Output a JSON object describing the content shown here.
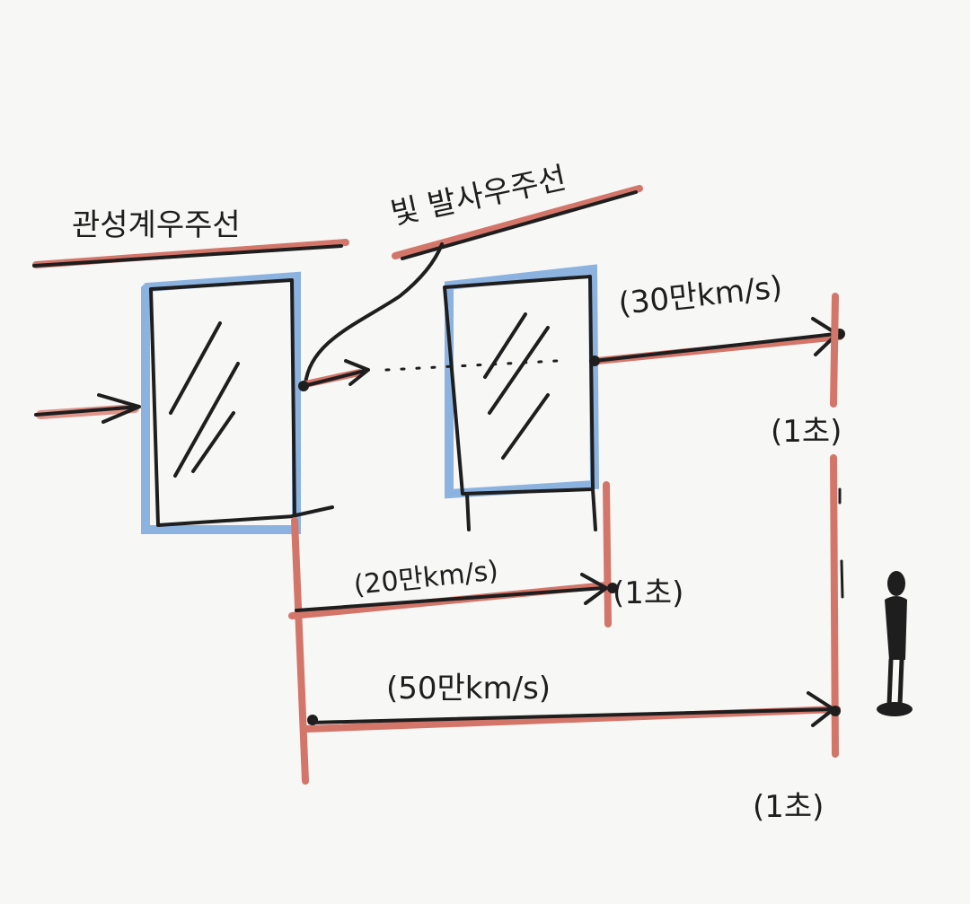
{
  "labels": {
    "left_box": "관성계우주선",
    "right_box": "빛 발사우주선",
    "speed_top": "(30만km/s)",
    "time_top": "(1초)",
    "speed_mid": "(20만km/s)",
    "time_mid": "(1초)",
    "speed_bottom": "(50만km/s)",
    "time_bottom": "(1초)"
  },
  "icons": {
    "observer": "standing-person-icon",
    "arrow": "arrow-right-icon"
  },
  "colors": {
    "ink": "#1e1e1e",
    "red": "#d4756a",
    "blue": "#8cb3e0",
    "background": "#f7f7f6"
  }
}
